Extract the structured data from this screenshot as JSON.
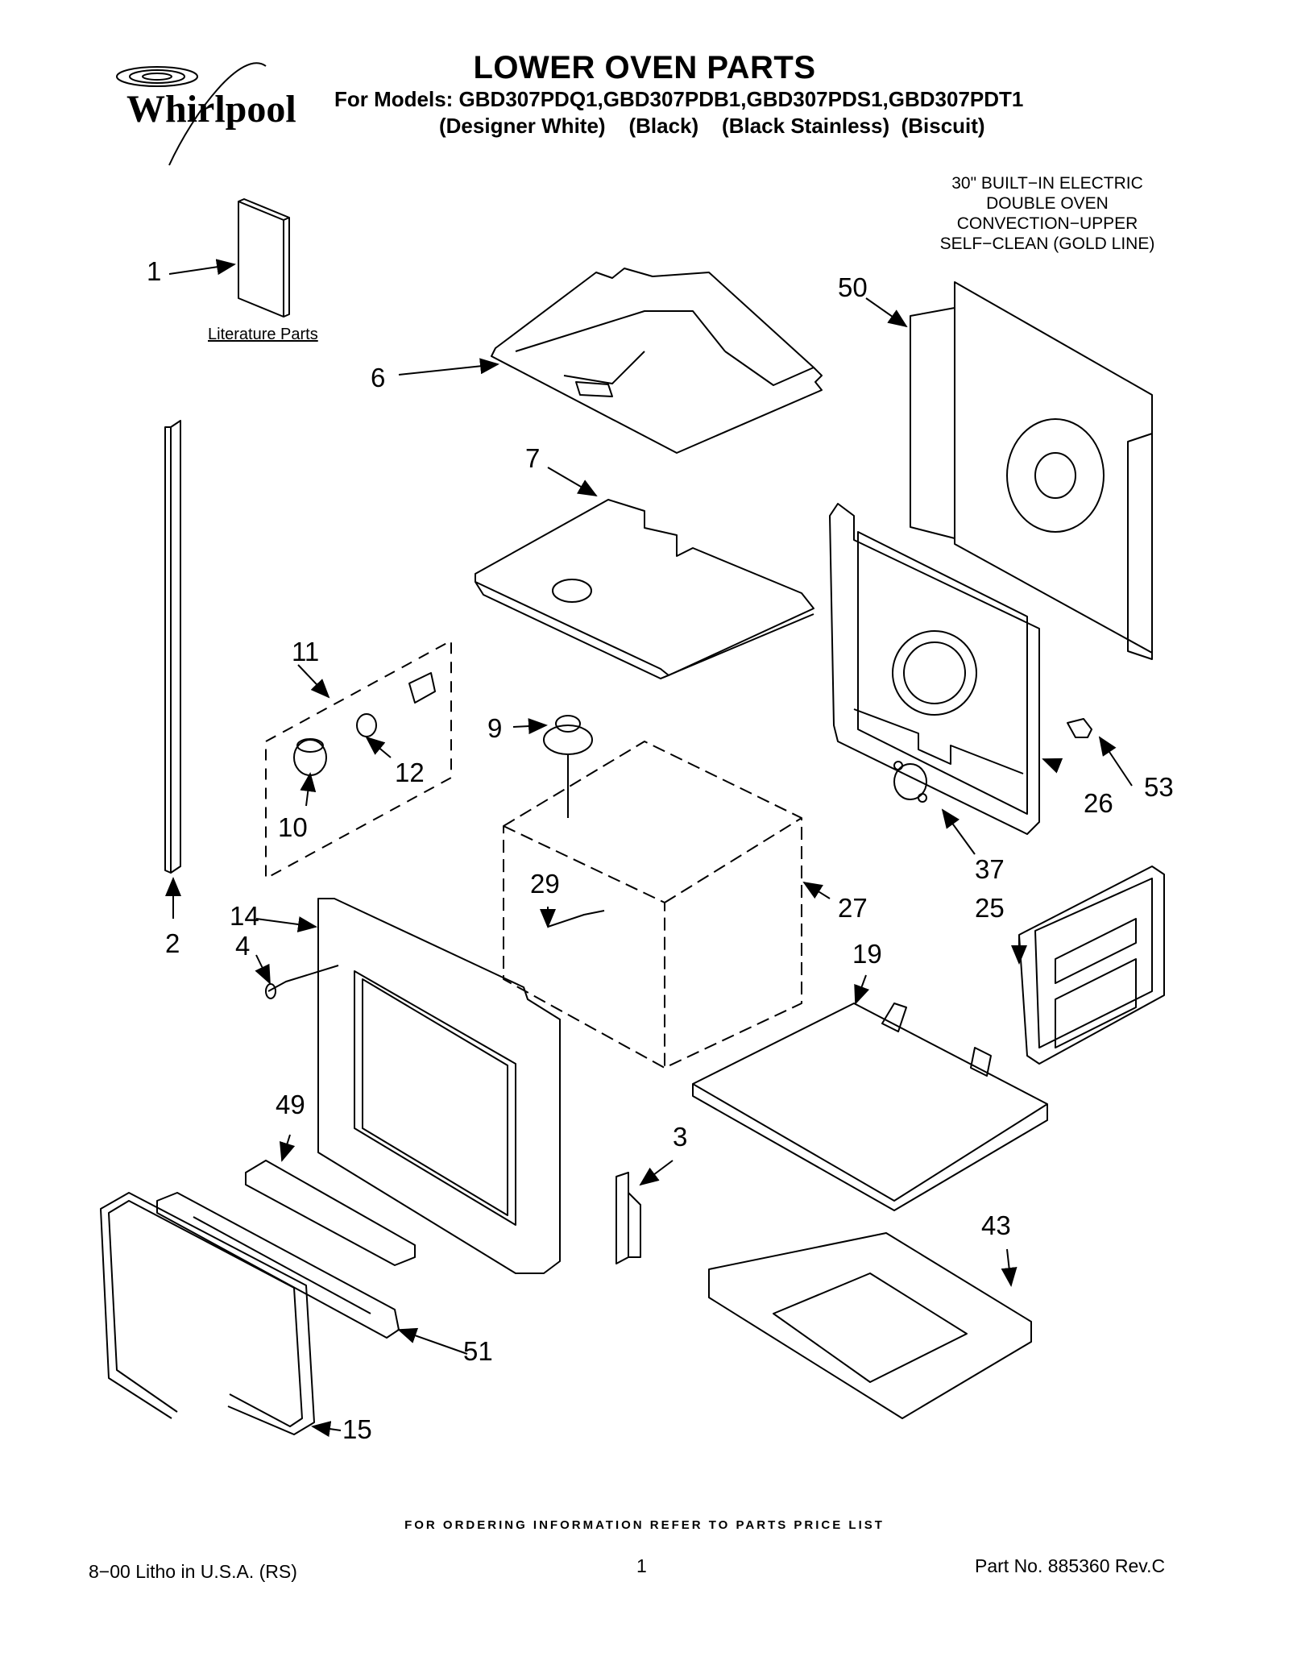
{
  "header": {
    "brand": "Whirlpool",
    "title": "LOWER OVEN PARTS",
    "models": "For Models: GBD307PDQ1,GBD307PDB1,GBD307PDS1,GBD307PDT1",
    "colors": "(Designer White)    (Black)    (Black Stainless)  (Biscuit)",
    "product_lines": [
      "30\" BUILT−IN ELECTRIC",
      "DOUBLE OVEN",
      "CONVECTION−UPPER",
      "SELF−CLEAN (GOLD LINE)"
    ]
  },
  "literature_label": "Literature Parts",
  "callouts": {
    "c1": "1",
    "c2": "2",
    "c3": "3",
    "c4": "4",
    "c6": "6",
    "c7": "7",
    "c9": "9",
    "c10": "10",
    "c11": "11",
    "c12": "12",
    "c14": "14",
    "c15": "15",
    "c19": "19",
    "c25": "25",
    "c26": "26",
    "c27": "27",
    "c29": "29",
    "c37": "37",
    "c43": "43",
    "c49": "49",
    "c50": "50",
    "c51": "51",
    "c53": "53"
  },
  "footer": {
    "ordering_note": "FOR ORDERING INFORMATION REFER TO PARTS PRICE LIST",
    "litho": "8−00 Litho in U.S.A. (RS)",
    "page": "1",
    "part_no": "Part No. 885360 Rev.C"
  },
  "colors": {
    "ink": "#000000",
    "paper": "#ffffff"
  }
}
